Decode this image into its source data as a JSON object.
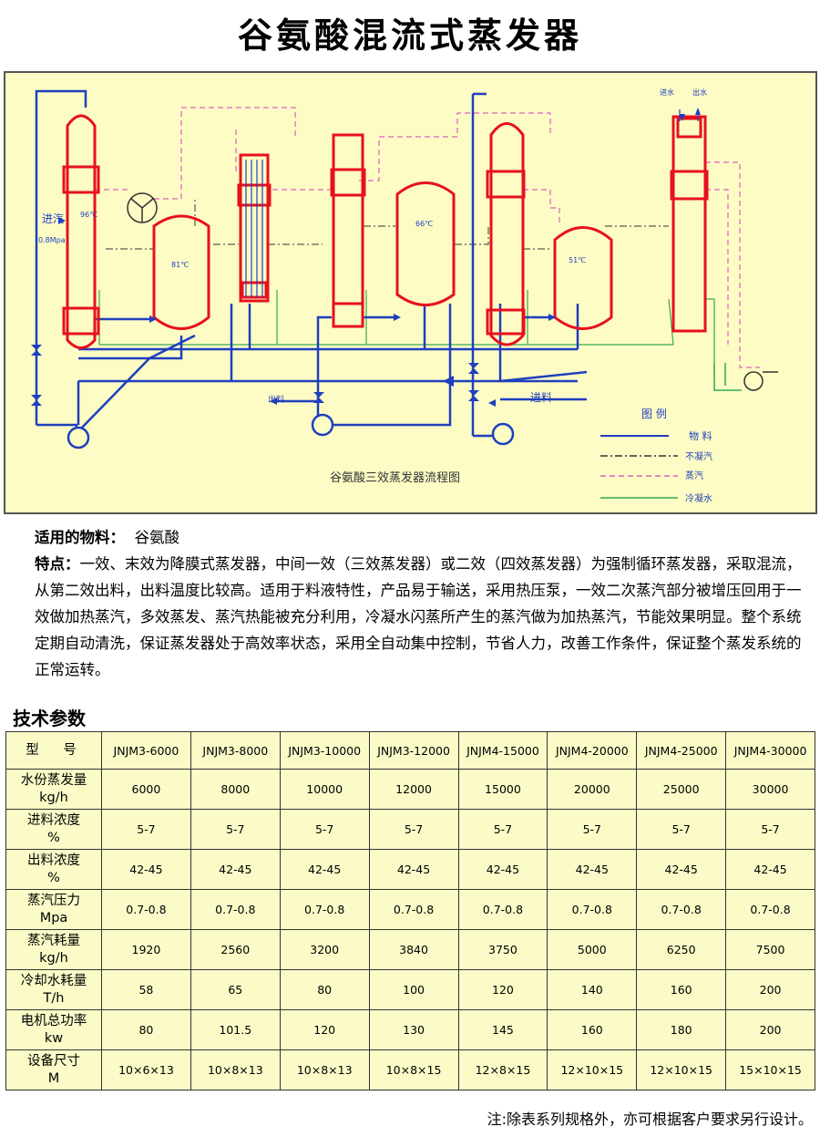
{
  "title": "谷氨酸混流式蒸发器",
  "diagram": {
    "caption": "谷氨酸三效蒸发器流程图",
    "labels": {
      "steam_in": "进汽",
      "steam_pressure": "0.8Mpa",
      "product_out": "出料",
      "feed_in": "进料",
      "water_in": "进水",
      "water_out": "出水",
      "temp1": "96℃",
      "temp2": "81℃",
      "temp3": "66℃",
      "temp4": "51℃"
    },
    "legend": {
      "title": "图 例",
      "items": [
        "物 料",
        "不凝汽",
        "蒸汽",
        "冷凝水"
      ]
    },
    "colors": {
      "material": "#1f3fbf",
      "noncondensable": "#333333",
      "steam": "#e060c0",
      "condensate": "#33aa55",
      "vessel": "#e8101c",
      "background": "#fdfcc4"
    }
  },
  "description": {
    "material_label": "适用的物料：",
    "material_value": "谷氨酸",
    "features_label": "特点：",
    "features_text": "一效、末效为降膜式蒸发器，中间一效（三效蒸发器）或二效（四效蒸发器）为强制循环蒸发器，采取混流，从第二效出料，出料温度比较高。适用于料液特性，产品易于输送，采用热压泵，一效二次蒸汽部分被增压回用于一效做加热蒸汽，多效蒸发、蒸汽热能被充分利用，冷凝水闪蒸所产生的蒸汽做为加热蒸汽，节能效果明显。整个系统定期自动清洗，保证蒸发器处于高效率状态，采用全自动集中控制，节省人力，改善工作条件，保证整个蒸发系统的正常运转。"
  },
  "params": {
    "title": "技术参数",
    "header": [
      "型　号",
      "JNJM3-6000",
      "JNJM3-8000",
      "JNJM3-10000",
      "JNJM3-12000",
      "JNJM4-15000",
      "JNJM4-20000",
      "JNJM4-25000",
      "JNJM4-30000"
    ],
    "rows": [
      {
        "name": "水份蒸发量",
        "unit": "kg/h",
        "values": [
          "6000",
          "8000",
          "10000",
          "12000",
          "15000",
          "20000",
          "25000",
          "30000"
        ]
      },
      {
        "name": "进料浓度",
        "unit": "%",
        "values": [
          "5-7",
          "5-7",
          "5-7",
          "5-7",
          "5-7",
          "5-7",
          "5-7",
          "5-7"
        ]
      },
      {
        "name": "出料浓度",
        "unit": "%",
        "values": [
          "42-45",
          "42-45",
          "42-45",
          "42-45",
          "42-45",
          "42-45",
          "42-45",
          "42-45"
        ]
      },
      {
        "name": "蒸汽压力",
        "unit": "Mpa",
        "values": [
          "0.7-0.8",
          "0.7-0.8",
          "0.7-0.8",
          "0.7-0.8",
          "0.7-0.8",
          "0.7-0.8",
          "0.7-0.8",
          "0.7-0.8"
        ]
      },
      {
        "name": "蒸汽耗量",
        "unit": "kg/h",
        "values": [
          "1920",
          "2560",
          "3200",
          "3840",
          "3750",
          "5000",
          "6250",
          "7500"
        ]
      },
      {
        "name": "冷却水耗量",
        "unit": "T/h",
        "values": [
          "58",
          "65",
          "80",
          "100",
          "120",
          "140",
          "160",
          "200"
        ]
      },
      {
        "name": "电机总功率",
        "unit": "kw",
        "values": [
          "80",
          "101.5",
          "120",
          "130",
          "145",
          "160",
          "180",
          "200"
        ]
      },
      {
        "name": "设备尺寸",
        "unit": "M",
        "values": [
          "10×6×13",
          "10×8×13",
          "10×8×13",
          "10×8×15",
          "12×8×15",
          "12×10×15",
          "12×10×15",
          "15×10×15"
        ]
      }
    ]
  },
  "note": "注:除表系列规格外，亦可根据客户要求另行设计。"
}
